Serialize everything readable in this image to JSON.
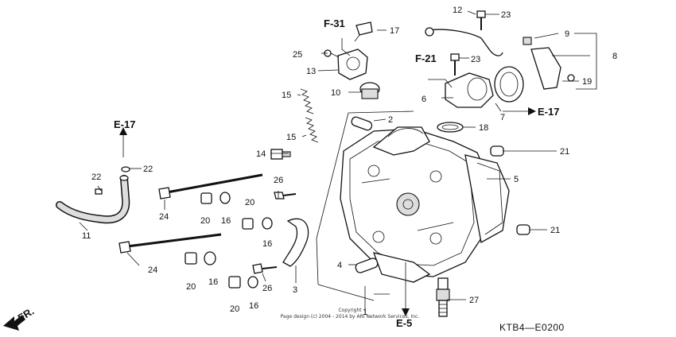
{
  "diagram": {
    "copyright_line1": "Copyright",
    "copyright_line2": "Page design (c) 2004 - 2014 by ARI Network Services, Inc.",
    "code": "KTB4—E0200",
    "direction_label": "FR.",
    "refs": {
      "e17_left": "E-17",
      "f31": "F-31",
      "f21": "F-21",
      "e17_right": "E-17",
      "e5": "E-5"
    },
    "parts": {
      "p1": "1",
      "p2": "2",
      "p3": "3",
      "p4": "4",
      "p5": "5",
      "p6": "6",
      "p7": "7",
      "p8": "8",
      "p9": "9",
      "p10": "10",
      "p11": "11",
      "p12": "12",
      "p13": "13",
      "p14": "14",
      "p15a": "15",
      "p15b": "15",
      "p16a": "16",
      "p16b": "16",
      "p16c": "16",
      "p16d": "16",
      "p17": "17",
      "p18": "18",
      "p19": "19",
      "p20a": "20",
      "p20b": "20",
      "p20c": "20",
      "p20d": "20",
      "p21a": "21",
      "p21b": "21",
      "p22a": "22",
      "p22b": "22",
      "p23a": "23",
      "p23b": "23",
      "p24a": "24",
      "p24b": "24",
      "p25": "25",
      "p26a": "26",
      "p26b": "26",
      "p27": "27"
    }
  }
}
